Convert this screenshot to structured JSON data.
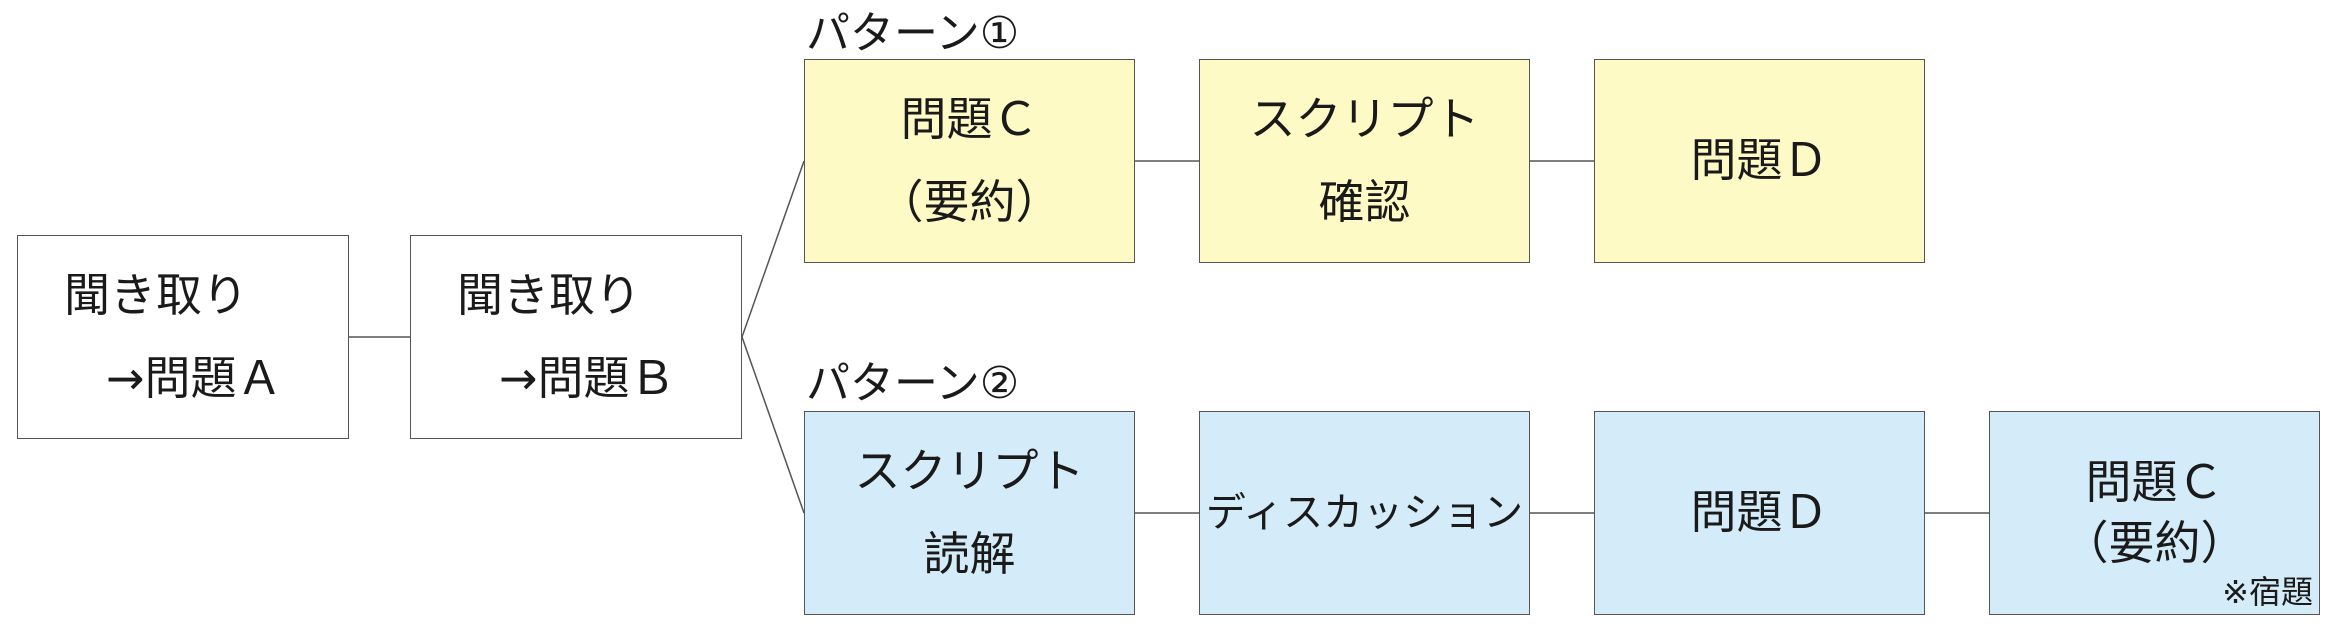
{
  "start_nodes": [
    {
      "id": "listen_a",
      "line1": "聞き取り",
      "line2": "→問題Ａ"
    },
    {
      "id": "listen_b",
      "line1": "聞き取り",
      "line2": "→問題Ｂ"
    }
  ],
  "pattern1": {
    "label": "パターン①",
    "color": "#fefac6",
    "nodes": [
      {
        "id": "p1_problem_c",
        "line1": "問題Ｃ",
        "line2": "（要約）"
      },
      {
        "id": "p1_script_check",
        "line1": "スクリプト",
        "line2": "確認"
      },
      {
        "id": "p1_problem_d",
        "line1": "問題Ｄ"
      }
    ]
  },
  "pattern2": {
    "label": "パターン②",
    "color": "#d4ecf9",
    "nodes": [
      {
        "id": "p2_script_reading",
        "line1": "スクリプト",
        "line2": "読解"
      },
      {
        "id": "p2_discussion",
        "line1": "ディスカッション"
      },
      {
        "id": "p2_problem_d",
        "line1": "問題Ｄ"
      },
      {
        "id": "p2_problem_c",
        "line1": "問題Ｃ",
        "line2": "（要約）",
        "note": "※宿題"
      }
    ]
  }
}
